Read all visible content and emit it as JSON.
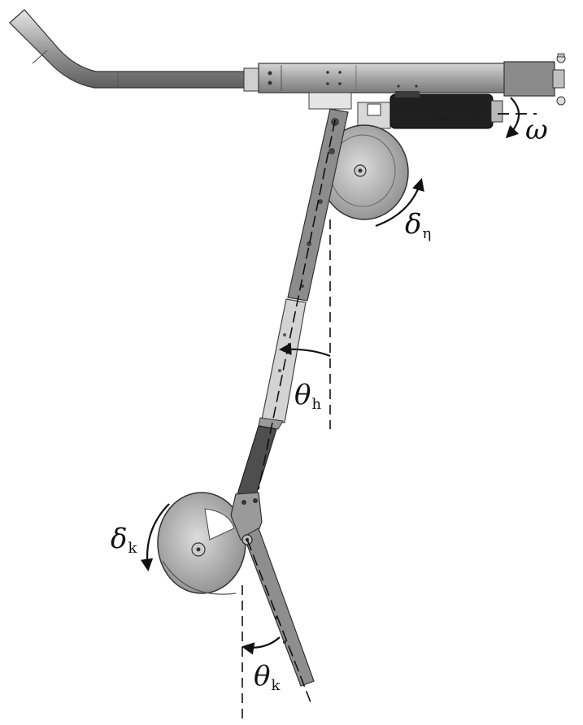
{
  "labels": {
    "omega": "ω",
    "delta_eta": {
      "symbol": "δ",
      "subscript": "η"
    },
    "theta_h": {
      "symbol": "θ",
      "subscript": "h"
    },
    "delta_k": {
      "symbol": "δ",
      "subscript": "k"
    },
    "theta_k": {
      "symbol": "θ",
      "subscript": "k"
    }
  },
  "colors": {
    "frame": "#9c9c9c",
    "frame_dark": "#6f6f6f",
    "motor": "#1e1e1e",
    "thigh": "#8a8a8a",
    "thigh_light": "#cfcfcf",
    "shank": "#8e8e8e",
    "pulley": "#a8a8a8",
    "pulley_light": "#c9c9c9",
    "arrow": "#111111"
  }
}
